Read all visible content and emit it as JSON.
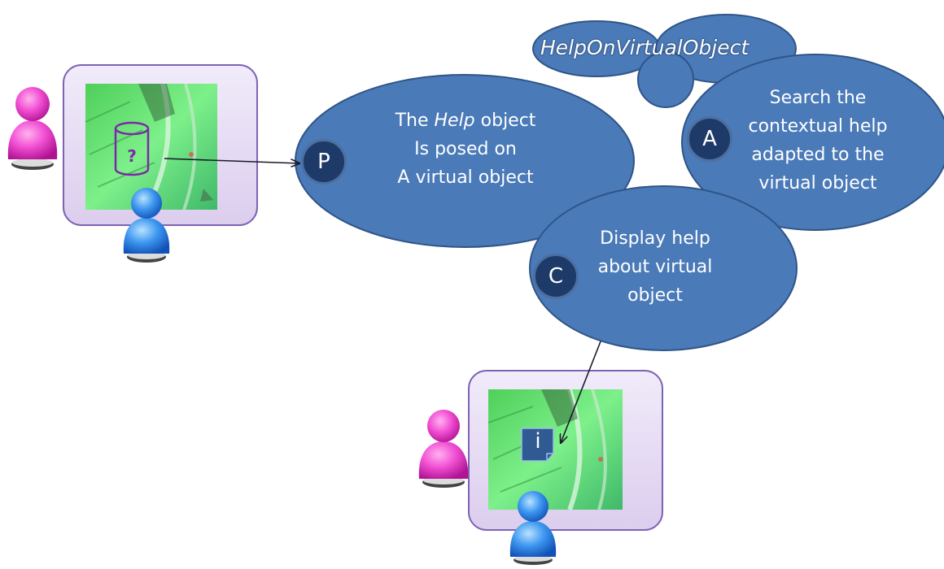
{
  "colors": {
    "ellipse_fill": "#4a7ab8",
    "ellipse_stroke": "#2f5587",
    "badge_fill": "#1d3a69",
    "panel_fill": "#e6dcf3",
    "panel_border": "#7d63b4",
    "map_green": "#65e06b",
    "user_pink": "#e83ec9",
    "user_blue": "#2b82e8",
    "question_color": "#7b2aa6"
  },
  "header": {
    "title": "HelpOnVirtualObject"
  },
  "ellipses": {
    "p": {
      "badge": "P",
      "lines": [
        "The",
        "Help",
        "object",
        "Is posed on",
        "A virtual object"
      ]
    },
    "a": {
      "badge": "A",
      "lines": [
        "Search the",
        "contextual help",
        "adapted to the",
        "virtual object"
      ]
    },
    "c": {
      "badge": "C",
      "lines": [
        "Display help",
        "about virtual",
        "object"
      ]
    }
  },
  "panels": {
    "top_left": {
      "icon": "question-cylinder-icon",
      "mark": "?"
    },
    "bottom": {
      "icon": "info-note-icon",
      "mark": "i"
    }
  },
  "users": [
    "pink-user-icon",
    "blue-user-icon"
  ]
}
